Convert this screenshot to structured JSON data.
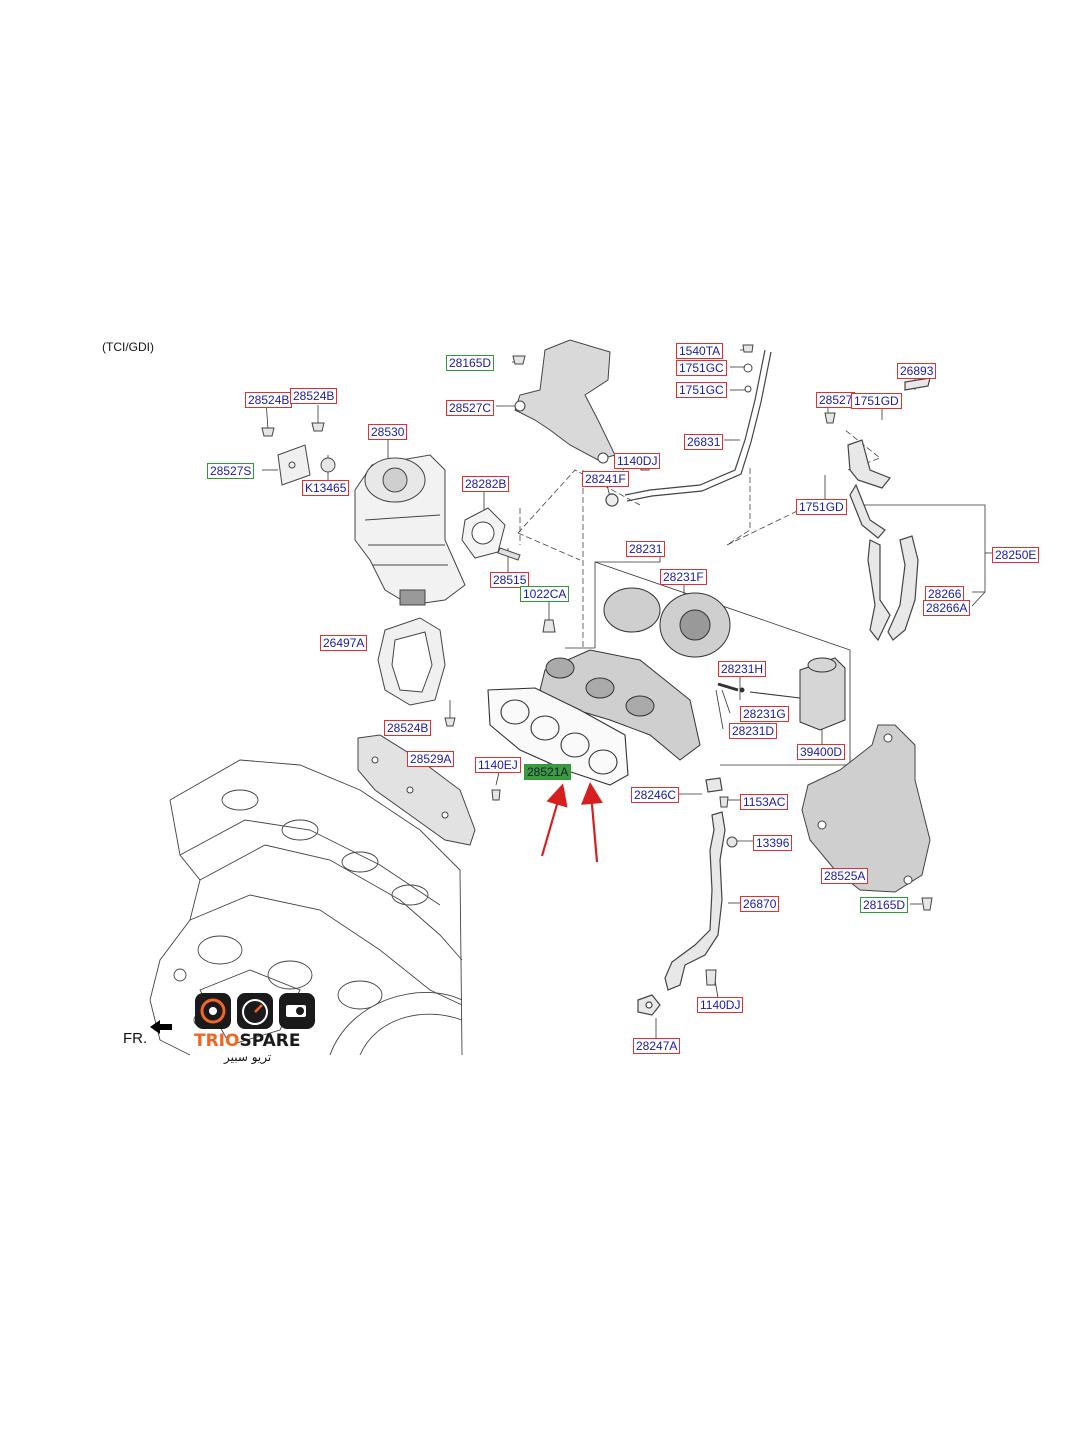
{
  "variant": "(TCI/GDI)",
  "front_marker": "FR.",
  "logo": {
    "brand_part1": "TRIO",
    "brand_part2": "SPARE",
    "arabic": "تريو سبير",
    "accent": "#f26522"
  },
  "colors": {
    "callout_border": "#e03030",
    "alt_border": "#2e9a3a",
    "selected_fill": "#3f9a3f",
    "label_text": "#1a1aa8",
    "arrow": "#d81e1e"
  },
  "labels": {
    "p28165D_top": "28165D",
    "p28524B_a": "28524B",
    "p28524B_b": "28524B",
    "p28527C": "28527C",
    "p1540TA": "1540TA",
    "p1751GC_a": "1751GC",
    "p1751GC_b": "1751GC",
    "p26893": "26893",
    "p28527": "28527",
    "p1751GD_a": "1751GD",
    "p28530": "28530",
    "p26831": "26831",
    "p28527S": "28527S",
    "p1140DJ_a": "1140DJ",
    "pK13465": "K13465",
    "p28241F": "28241F",
    "p28282B": "28282B",
    "p1751GD_b": "1751GD",
    "p28231": "28231",
    "p28250E": "28250E",
    "p28515": "28515",
    "p28231F": "28231F",
    "p1022CA": "1022CA",
    "p28266": "28266",
    "p28266A": "28266A",
    "p26497A": "26497A",
    "p28231H": "28231H",
    "p28231G": "28231G",
    "p28524B_c": "28524B",
    "p28231D": "28231D",
    "p39400D": "39400D",
    "p28529A": "28529A",
    "p1140EJ": "1140EJ",
    "p28521A": "28521A",
    "p28246C": "28246C",
    "p1153AC": "1153AC",
    "p13396": "13396",
    "p28525A": "28525A",
    "p26870": "26870",
    "p28165D_bottom": "28165D",
    "p1140DJ_b": "1140DJ",
    "p28247A": "28247A"
  }
}
